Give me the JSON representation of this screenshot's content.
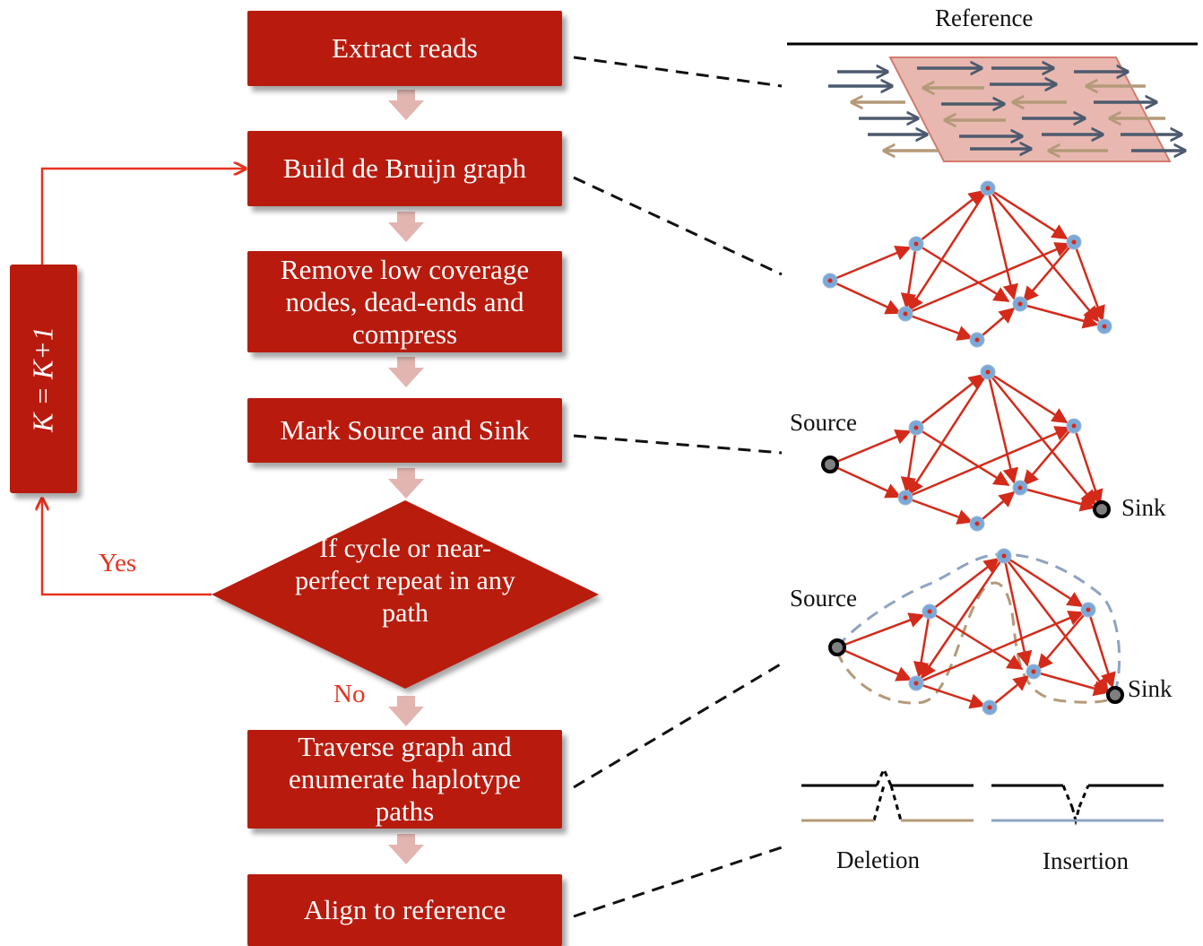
{
  "flow": {
    "step1": "Extract reads",
    "step2": "Build de Bruijn graph",
    "step3": "Remove low coverage nodes, dead-ends and compress",
    "step4": "Mark Source and Sink",
    "decision": "If cycle or near-perfect repeat in any path",
    "step5": "Traverse graph and enumerate haplotype paths",
    "step6": "Align to reference",
    "yes_label": "Yes",
    "no_label": "No",
    "loop_label": "K = K+1"
  },
  "illustrations": {
    "reference_label": "Reference",
    "source_label_1": "Source",
    "sink_label_1": "Sink",
    "source_label_2": "Source",
    "sink_label_2": "Sink",
    "deletion_label": "Deletion",
    "insertion_label": "Insertion"
  },
  "colors": {
    "box": "#b81b0e",
    "arrow_down": "#e2b5b1",
    "loop_line": "#e8321e",
    "edge": "#d42a1a",
    "node": "#7ba8d6",
    "read_dark": "#4d5a6e",
    "read_tan": "#b39a78",
    "highlight": "#e8b8b0"
  }
}
